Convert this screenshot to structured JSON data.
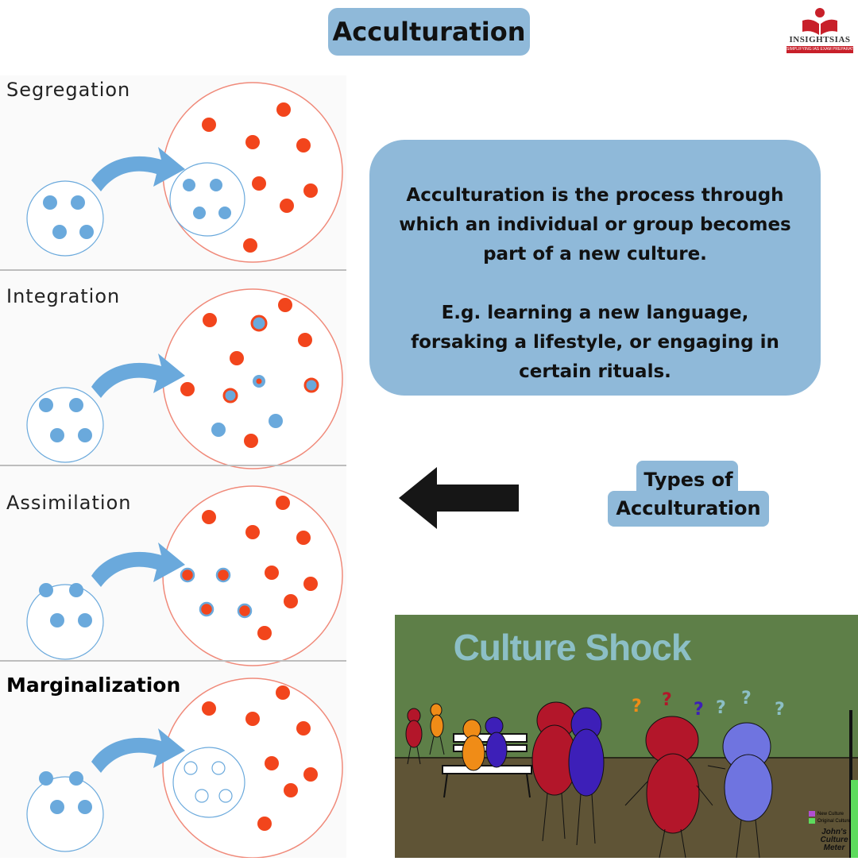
{
  "title": "Acculturation",
  "logo": {
    "name": "INSIGHTSIAS",
    "tagline": "SIMPLIFYING IAS EXAM PREPARATION"
  },
  "diagram": {
    "rows": [
      {
        "label": "Segregation"
      },
      {
        "label": "Integration"
      },
      {
        "label": "Assimilation"
      },
      {
        "label": "Marginalization"
      }
    ]
  },
  "definition": {
    "text": "Acculturation is the process through which an individual or group becomes part of a new culture.",
    "example": "E.g. learning a new language, forsaking a lifestyle, or engaging in certain rituals."
  },
  "types_label": "Types of Acculturation",
  "cartoon": {
    "title": "Culture Shock",
    "legend_new": "New Culture",
    "legend_original": "Original Culture",
    "meter_name": "John's Culture Meter"
  },
  "colors": {
    "accent_box": "#8fb9d9",
    "dot_blue": "#6aa9dc",
    "dot_red": "#f2451c",
    "circle_red": "#f08a7a",
    "cartoon_wall": "#5e7f48",
    "cartoon_floor": "#5f5436"
  }
}
